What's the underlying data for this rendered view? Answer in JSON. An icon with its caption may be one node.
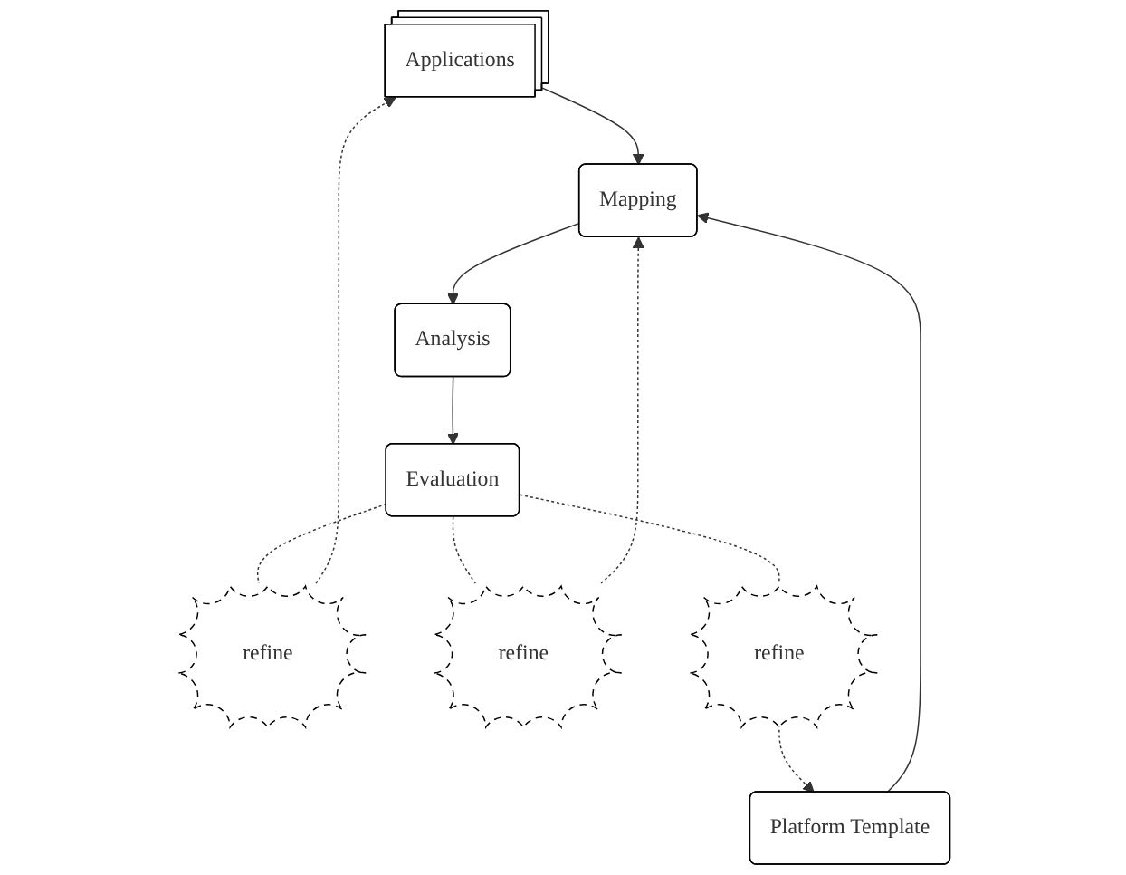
{
  "diagram": {
    "nodes": [
      {
        "text": [
          "Applications"
        ]
      },
      {
        "text": [
          "Platform Template"
        ]
      },
      {
        "text": [
          "Mapping"
        ]
      },
      {
        "text": [
          "Analysis"
        ]
      },
      {
        "text": [
          "Evaluation"
        ]
      },
      {
        "text": [
          "refine"
        ]
      },
      {
        "text": [
          "refine"
        ]
      },
      {
        "text": [
          "refine"
        ]
      }
    ],
    "edges": [
      {
        "from": 0,
        "to": 2,
        "arrow": "to"
      },
      {
        "from": 1,
        "to": 2,
        "arrow": "to"
      },
      {
        "from": 2,
        "to": 3,
        "arrow": "to"
      },
      {
        "from": 3,
        "to": 4,
        "arrow": "to"
      },
      {
        "from": 4,
        "to": 5,
        "arrow": "none",
        "style": "dashed"
      },
      {
        "from": 5,
        "to": 0,
        "arrow": "to",
        "style": "dashed"
      },
      {
        "from": 4,
        "to": 6,
        "arrow": "none",
        "style": "dashed"
      },
      {
        "from": 6,
        "to": 2,
        "arrow": "to",
        "style": "dashed"
      },
      {
        "from": 4,
        "to": 7,
        "arrow": "none",
        "style": "dashed"
      },
      {
        "from": 7,
        "to": 1,
        "arrow": "to",
        "style": "dashed"
      }
    ]
  }
}
